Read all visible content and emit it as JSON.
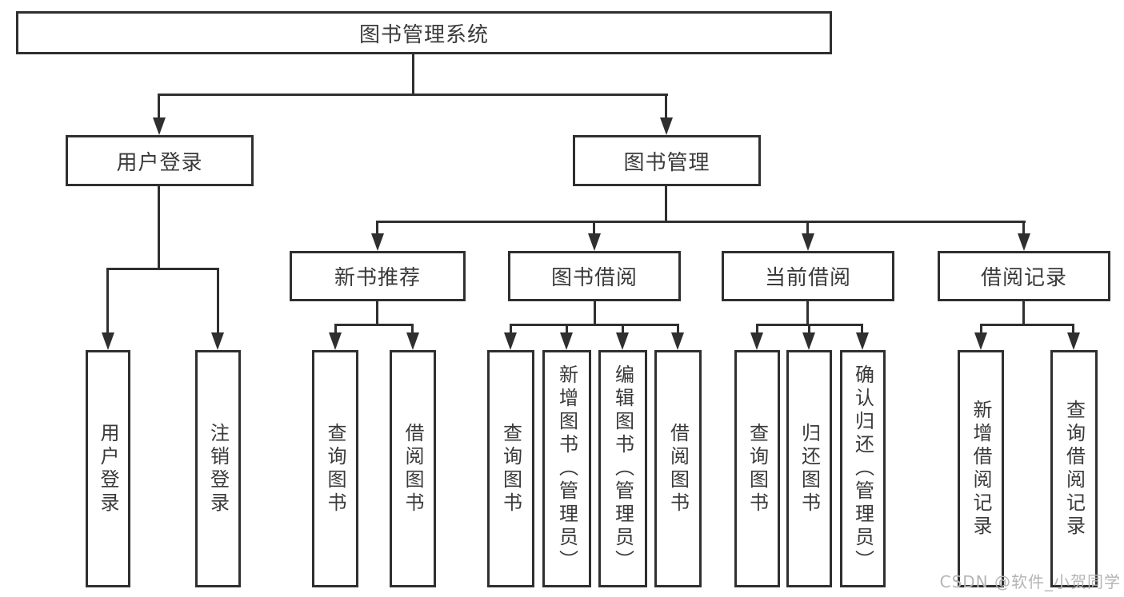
{
  "tree": {
    "label": "图书管理系统",
    "children": [
      {
        "label": "用户登录",
        "children": [
          {
            "label": "用户登录"
          },
          {
            "label": "注销登录"
          }
        ]
      },
      {
        "label": "图书管理",
        "children": [
          {
            "label": "新书推荐",
            "children": [
              {
                "label": "查询图书"
              },
              {
                "label": "借阅图书"
              }
            ]
          },
          {
            "label": "图书借阅",
            "children": [
              {
                "label": "查询图书"
              },
              {
                "label": "新增图书（管理员）"
              },
              {
                "label": "编辑图书（管理员）"
              },
              {
                "label": "借阅图书"
              }
            ]
          },
          {
            "label": "当前借阅",
            "children": [
              {
                "label": "查询图书"
              },
              {
                "label": "归还图书"
              },
              {
                "label": "确认归还（管理员）"
              }
            ]
          },
          {
            "label": "借阅记录",
            "children": [
              {
                "label": "新增借阅记录"
              },
              {
                "label": "查询借阅记录"
              }
            ]
          }
        ]
      }
    ]
  },
  "watermark": "CSDN @软件_小贺同学",
  "colors": {
    "line": "#2f2f2f",
    "text": "#3a3a3a",
    "background": "#ffffff",
    "watermark": "#b5b5b5"
  }
}
